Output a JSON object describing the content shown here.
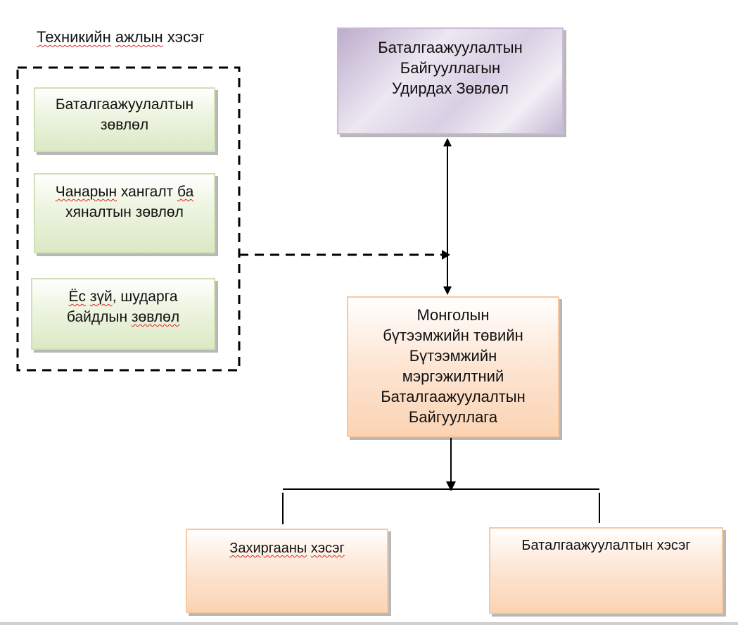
{
  "technical_group": {
    "title_parts": [
      "Техникийн",
      "ажлын",
      "хэсэг"
    ],
    "boxes": [
      {
        "lines": [
          "Баталгаажуулалтын",
          "зөвлөл"
        ]
      },
      {
        "lines": [
          "Чанарын хангалт ба",
          "хяналтын зөвлөл"
        ]
      },
      {
        "lines": [
          "Ёс зүй, шударга",
          "байдлын зөвлөл"
        ]
      }
    ]
  },
  "board": {
    "lines": [
      "Баталгаажуулалтын",
      "Байгууллагын",
      "Удирдах Зөвлөл"
    ]
  },
  "main_org": {
    "lines": [
      "Монголын",
      "бүтээмжийн төвийн",
      "Бүтээмжийн",
      "мэргэжилтний",
      "Баталгаажуулалтын",
      "Байгууллага"
    ]
  },
  "units": [
    {
      "label": "Захиргааны хэсэг"
    },
    {
      "label": "Баталгаажуулалтын хэсэг"
    }
  ],
  "colors": {
    "green_fill": "#dbe9c6",
    "purple_fill": "#c9bcd7",
    "orange_fill": "#fbd3b3",
    "connector": "#000000"
  }
}
